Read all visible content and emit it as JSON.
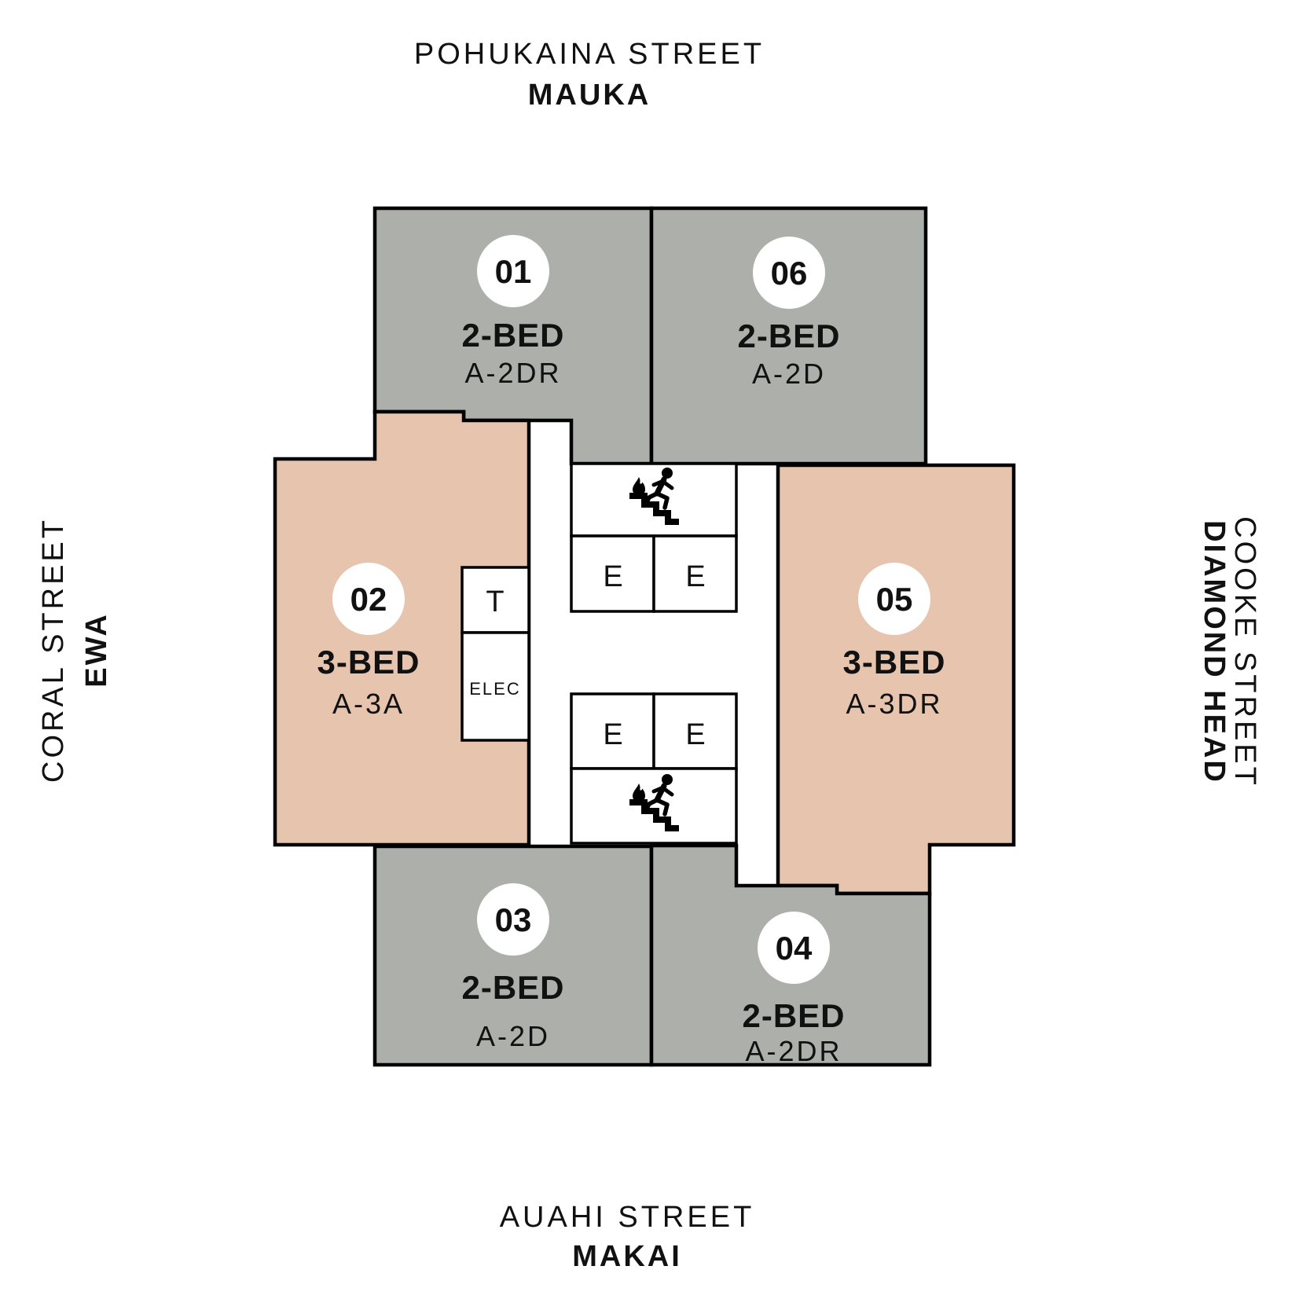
{
  "streets": {
    "top": {
      "name": "POHUKAINA STREET",
      "direction": "MAUKA"
    },
    "left": {
      "name": "CORAL STREET",
      "direction": "EWA"
    },
    "right": {
      "name": "COOKE STREET",
      "direction": "DIAMOND HEAD"
    },
    "bottom": {
      "name": "AUAHI STREET",
      "direction": "MAKAI"
    }
  },
  "units": [
    {
      "number": "01",
      "type": "2-BED",
      "plan": "A-2DR"
    },
    {
      "number": "02",
      "type": "3-BED",
      "plan": "A-3A"
    },
    {
      "number": "03",
      "type": "2-BED",
      "plan": "A-2D"
    },
    {
      "number": "04",
      "type": "2-BED",
      "plan": "A-2DR"
    },
    {
      "number": "05",
      "type": "3-BED",
      "plan": "A-3DR"
    },
    {
      "number": "06",
      "type": "2-BED",
      "plan": "A-2D"
    }
  ],
  "core": {
    "elevator": "E",
    "trash": "T",
    "electrical": "ELEC"
  },
  "icons": {
    "stairs": "fire-exit-stairs-icon"
  },
  "colors": {
    "unit_2bed_fill": "#ACAFAA",
    "unit_3bed_fill": "#E6C4AD",
    "outline": "#000000",
    "label_text": "#111111",
    "background": "#FFFFFF"
  }
}
